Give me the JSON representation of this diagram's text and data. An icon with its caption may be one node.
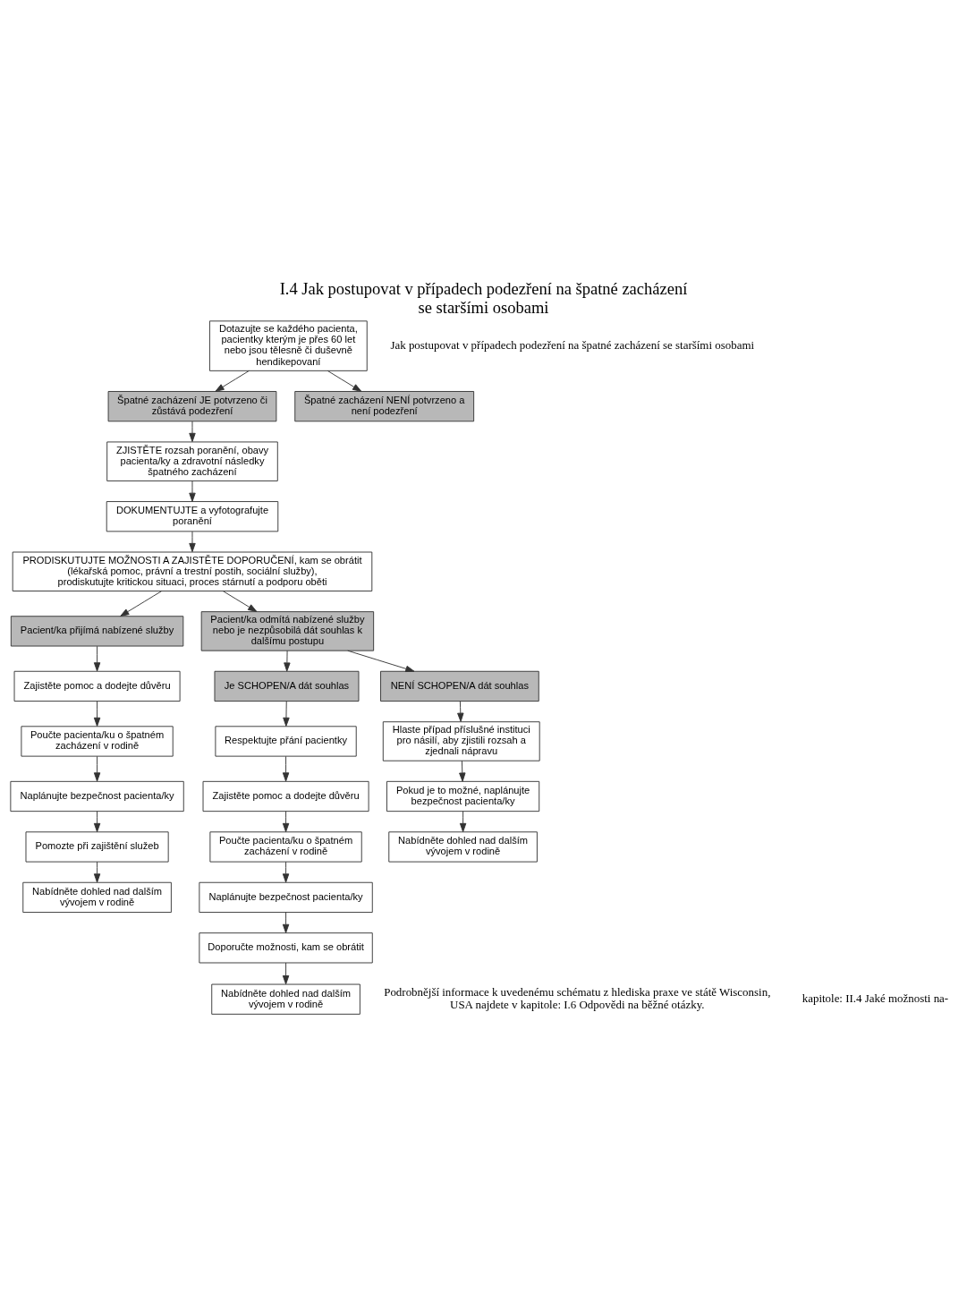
{
  "diagram": {
    "title": "I.4 Jak postupovat v případech podezření na špatné zacházení se staršími osobami",
    "nodes": [
      {
        "text": [
          "Dotazujte se každého pacienta, pacientky kterým je přes 60 let nebo jsou tělesně či duševně hendikepovaní"
        ]
      },
      {
        "text": [
          "Špatné zacházení JE potvrzeno či zůstává podezření"
        ]
      },
      {
        "text": [
          "Špatné zacházení NENÍ potvrzeno a není podezření"
        ]
      },
      {
        "text": [
          "ZJISTĚTE rozsah poranění, obavy pacienta/ky a zdravotní následky špatného zacházení"
        ]
      },
      {
        "text": [
          "DOKUMENTUJTE a vyfotografujte poranění"
        ]
      },
      {
        "text": [
          "PRODISKUTUJTE MOŽNOSTI A ZAJISTĚTE DOPORUČENÍ, kam se obrátit (lékařská pomoc, právní a trestní postih, sociální služby), prodiskutujte kritickou situaci, proces stárnutí a podporu oběti"
        ]
      },
      {
        "text": [
          "Pacient/ka přijímá nabízené služby"
        ]
      },
      {
        "text": [
          "Pacient/ka odmítá nabízené služby nebo je nezpůsobilá dát souhlas k dalšímu postupu"
        ]
      },
      {
        "text": [
          "Zajistěte pomoc a dodejte důvěru"
        ]
      },
      {
        "text": [
          "Poučte pacienta/ku o špatném zacházení v rodině"
        ]
      },
      {
        "text": [
          "Naplánujte bezpečnost pacienta/ky"
        ]
      },
      {
        "text": [
          "Pomozte při zajištění služeb"
        ]
      },
      {
        "text": [
          "Nabídněte dohled nad dalším vývojem v rodině"
        ]
      },
      {
        "text": [
          "Je SCHOPEN/A dát souhlas"
        ]
      },
      {
        "text": [
          "NENÍ SCHOPEN/A dát souhlas"
        ]
      },
      {
        "text": [
          "Respektujte přání pacientky"
        ]
      },
      {
        "text": [
          "Zajistěte pomoc a dodejte důvěru"
        ]
      },
      {
        "text": [
          "Poučte pacienta/ku o špatném zacházení v rodině"
        ]
      },
      {
        "text": [
          "Naplánujte bezpečnost pacienta/ky"
        ]
      },
      {
        "text": [
          "Doporučte možnosti, kam se obrátit"
        ]
      },
      {
        "text": [
          "Nabídněte dohled nad dalším vývojem v rodině"
        ]
      },
      {
        "text": [
          "Hlaste případ příslušné instituci pro násilí, aby zjistili rozsah a zjednali nápravu"
        ]
      },
      {
        "text": [
          "Pokud je to možné, naplánujte bezpečnost pacienta/ky"
        ]
      },
      {
        "text": [
          "Nabídněte dohled nad dalším vývojem v rodině"
        ]
      }
    ],
    "edges": [
      {
        "from": 0,
        "to": 1,
        "arrow": "to"
      },
      {
        "from": 0,
        "to": 2,
        "arrow": "to"
      },
      {
        "from": 1,
        "to": 3,
        "arrow": "to"
      },
      {
        "from": 3,
        "to": 4,
        "arrow": "to"
      },
      {
        "from": 4,
        "to": 5,
        "arrow": "to"
      },
      {
        "from": 5,
        "to": 6,
        "arrow": "to"
      },
      {
        "from": 5,
        "to": 7,
        "arrow": "to"
      },
      {
        "from": 6,
        "to": 8,
        "arrow": "to"
      },
      {
        "from": 8,
        "to": 9,
        "arrow": "to"
      },
      {
        "from": 9,
        "to": 10,
        "arrow": "to"
      },
      {
        "from": 10,
        "to": 11,
        "arrow": "to"
      },
      {
        "from": 11,
        "to": 12,
        "arrow": "to"
      },
      {
        "from": 7,
        "to": 13,
        "arrow": "to"
      },
      {
        "from": 7,
        "to": 14,
        "arrow": "to"
      },
      {
        "from": 13,
        "to": 15,
        "arrow": "to"
      },
      {
        "from": 15,
        "to": 16,
        "arrow": "to"
      },
      {
        "from": 16,
        "to": 17,
        "arrow": "to"
      },
      {
        "from": 17,
        "to": 18,
        "arrow": "to"
      },
      {
        "from": 18,
        "to": 19,
        "arrow": "to"
      },
      {
        "from": 19,
        "to": 20,
        "arrow": "to"
      },
      {
        "from": 14,
        "to": 21,
        "arrow": "to"
      },
      {
        "from": 21,
        "to": 22,
        "arrow": "to"
      },
      {
        "from": 22,
        "to": 23,
        "arrow": "to"
      }
    ],
    "labels": [
      "Jak postupovat v případech podezření na špatné zacházení se staršími osobami",
      "Podrobnější informace k uvedenému schématu z hlediska praxe ve státě Wisconsin, USA najdete v kapitole: I.6 Odpovědi na běžné otázky.",
      "kapitole: II.4 Jaké možnosti na-"
    ]
  }
}
